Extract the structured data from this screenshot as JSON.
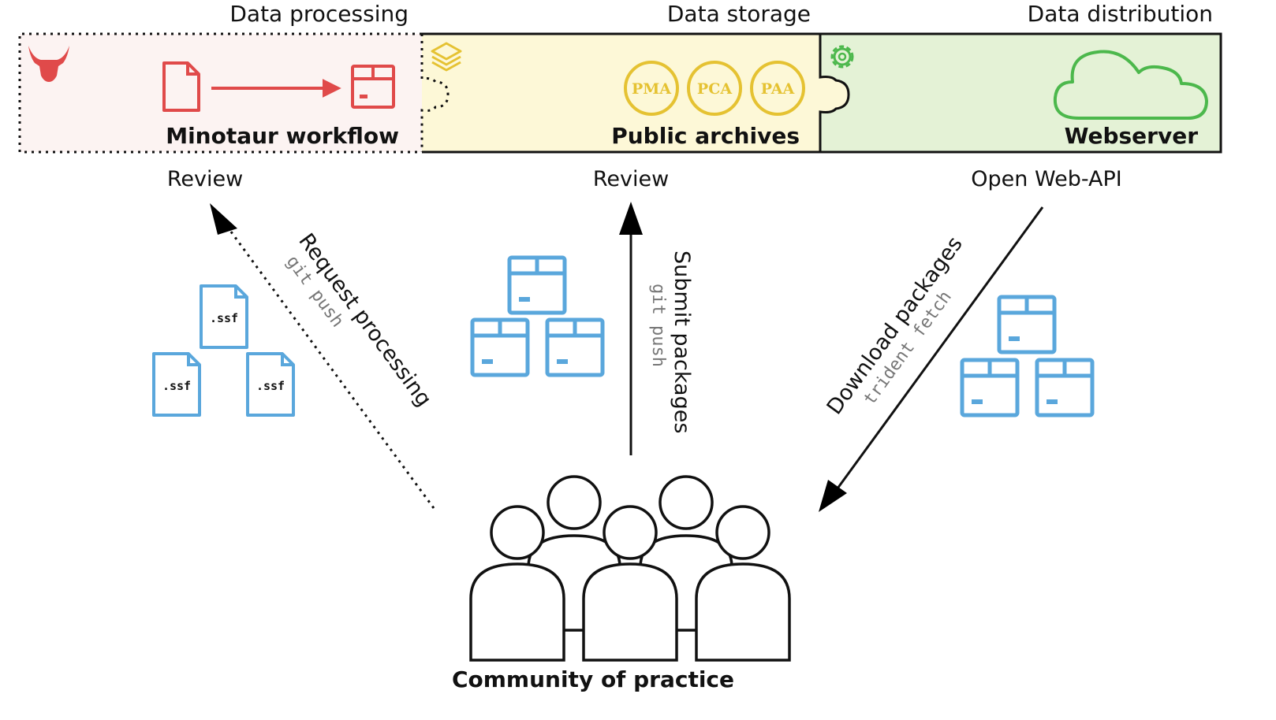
{
  "stages": {
    "processing": {
      "header": "Data processing",
      "title": "Minotaur workflow",
      "review": "Review",
      "color_fill": "#fcf3f2",
      "icon_color": "#e04a4a"
    },
    "storage": {
      "header": "Data storage",
      "title": "Public archives",
      "review": "Review",
      "color_fill": "#fdf8d7",
      "icon_color": "#e5c232",
      "archives": [
        "PMA",
        "PCA",
        "PAA"
      ]
    },
    "distribution": {
      "header": "Data distribution",
      "title": "Webserver",
      "api": "Open Web-API",
      "color_fill": "#e4f2d6",
      "icon_color": "#4cb84c"
    }
  },
  "arrows": {
    "request": {
      "label": "Request processing",
      "command": "git push"
    },
    "submit": {
      "label": "Submit packages",
      "command": "git push"
    },
    "download": {
      "label": "Download packages",
      "command": "trident fetch"
    }
  },
  "files": [
    ".ssf",
    ".ssf",
    ".ssf"
  ],
  "community": {
    "label": "Community of practice"
  },
  "colors": {
    "package_blue": "#5aa7dc",
    "line": "#000000"
  },
  "icons": [
    "bull-head-icon",
    "document-icon",
    "package-icon",
    "layers-icon",
    "gear-icon",
    "cloud-icon",
    "people-icon"
  ]
}
